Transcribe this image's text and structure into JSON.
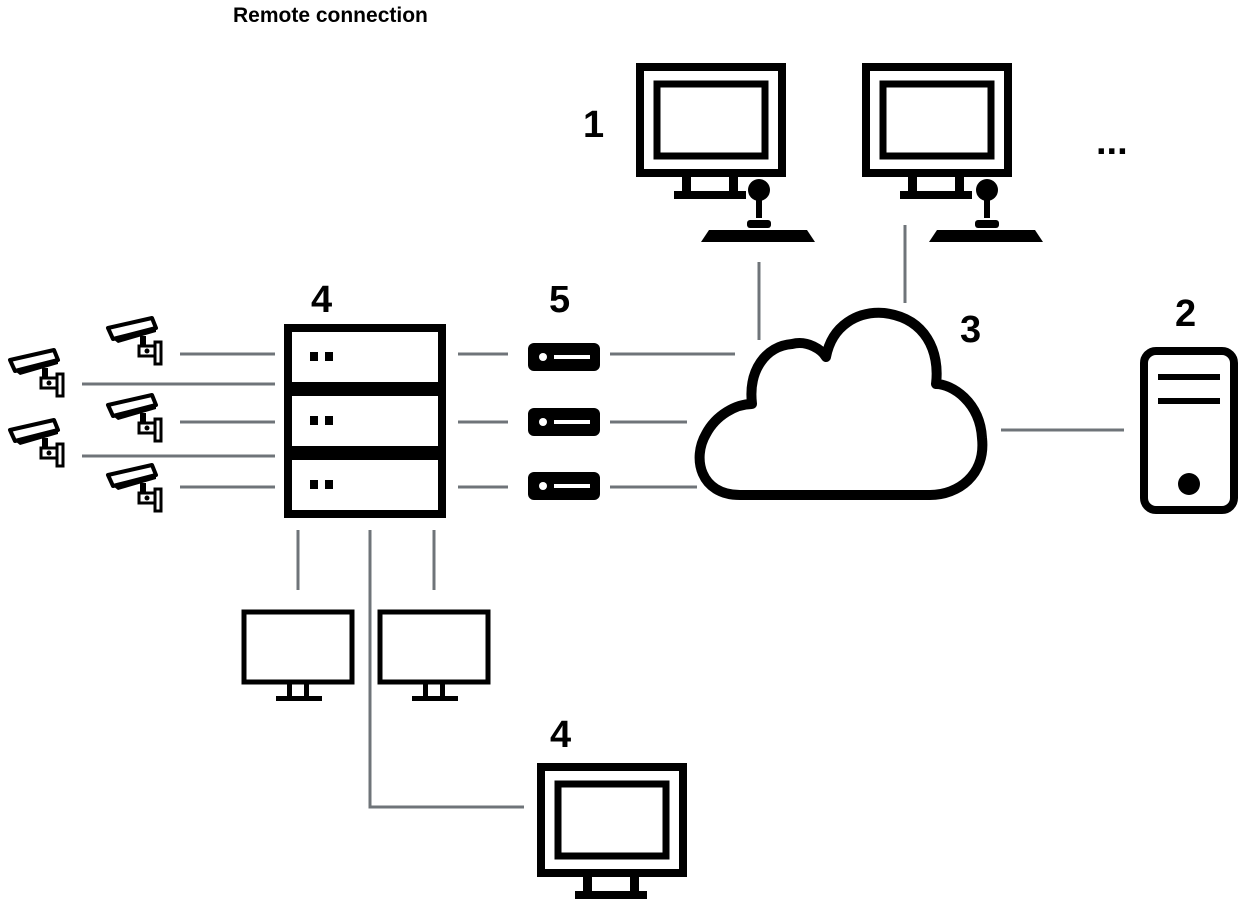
{
  "title": "Remote connection",
  "labels": {
    "operator_workstation": "1",
    "management_server": "2",
    "network_cloud": "3",
    "local_site": "4",
    "local_site_monitor": "4",
    "gateway": "5",
    "more": "..."
  },
  "colors": {
    "line": "#6f7479",
    "icon": "#000000",
    "background": "#ffffff"
  },
  "icons": {
    "camera": "surveillance-camera-icon",
    "recorder": "recorder-unit-icon",
    "gateway": "network-gateway-icon",
    "cloud": "cloud-icon",
    "monitor": "monitor-icon",
    "keyboard": "joystick-keyboard-icon",
    "server": "server-tower-icon"
  }
}
